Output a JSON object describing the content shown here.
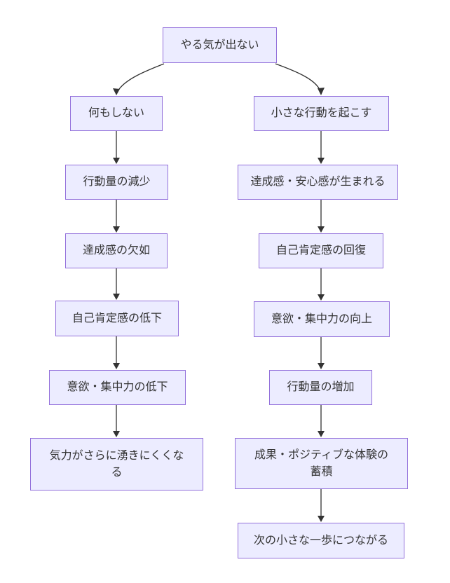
{
  "diagram": {
    "type": "flowchart",
    "direction": "top-down",
    "description": "Motivation loop flowchart: doing nothing leads to a negative spiral, taking a small action leads to a positive spiral"
  },
  "colors": {
    "node_fill": "#ECECFF",
    "node_border": "#9370DB",
    "edge": "#333333",
    "text": "#333333",
    "background": "#ffffff"
  },
  "nodes": [
    {
      "id": "start",
      "label": "やる気が出ない"
    },
    {
      "id": "do-nothing",
      "label": "何もしない"
    },
    {
      "id": "action-decrease",
      "label": "行動量の減少"
    },
    {
      "id": "lack-achievement",
      "label": "達成感の欠如"
    },
    {
      "id": "self-esteem-down",
      "label": "自己肯定感の低下"
    },
    {
      "id": "motivation-down",
      "label": "意欲・集中力の低下"
    },
    {
      "id": "harder-to-motivate",
      "label": "気力がさらに湧きにくくな\nる"
    },
    {
      "id": "small-action",
      "label": "小さな行動を起こす"
    },
    {
      "id": "achievement-relief",
      "label": "達成感・安心感が生まれる"
    },
    {
      "id": "self-esteem-recover",
      "label": "自己肯定感の回復"
    },
    {
      "id": "motivation-up",
      "label": "意欲・集中力の向上"
    },
    {
      "id": "action-increase",
      "label": "行動量の増加"
    },
    {
      "id": "positive-accumulation",
      "label": "成果・ポジティブな体験の\n蓄積"
    },
    {
      "id": "next-step",
      "label": "次の小さな一歩につながる"
    }
  ],
  "edges": [
    {
      "from": "start",
      "to": "do-nothing"
    },
    {
      "from": "start",
      "to": "small-action"
    },
    {
      "from": "do-nothing",
      "to": "action-decrease"
    },
    {
      "from": "action-decrease",
      "to": "lack-achievement"
    },
    {
      "from": "lack-achievement",
      "to": "self-esteem-down"
    },
    {
      "from": "self-esteem-down",
      "to": "motivation-down"
    },
    {
      "from": "motivation-down",
      "to": "harder-to-motivate"
    },
    {
      "from": "small-action",
      "to": "achievement-relief"
    },
    {
      "from": "achievement-relief",
      "to": "self-esteem-recover"
    },
    {
      "from": "self-esteem-recover",
      "to": "motivation-up"
    },
    {
      "from": "motivation-up",
      "to": "action-increase"
    },
    {
      "from": "action-increase",
      "to": "positive-accumulation"
    },
    {
      "from": "positive-accumulation",
      "to": "next-step"
    }
  ]
}
